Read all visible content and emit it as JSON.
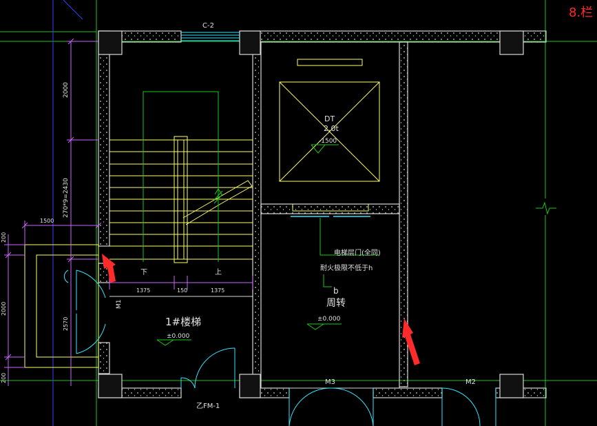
{
  "labels": {
    "window_c2": "C-2",
    "elevator_code": "DT",
    "elevator_capacity": "2.0t",
    "elevator_pit": "-1500",
    "down": "下",
    "up": "上",
    "stair_name": "1#楼梯",
    "stair_elev": "±0.000",
    "door_m1": "M1",
    "door_zfm1": "乙FM-1",
    "door_m3": "M3",
    "door_m2": "M2",
    "elevator_door_note": "电梯层门(全同)",
    "fire_rating_note": "耐火极限不低于h",
    "room_b": "b",
    "turnover_room": "周转",
    "room_elev": "±0.000",
    "corner_tag": "8.栏"
  },
  "dimensions": {
    "d2000_top": "2000",
    "d_steps": "270*9=2430",
    "d1500": "1500",
    "d200_a": "200",
    "d2000_left": "2000",
    "d200_b": "200",
    "d2570": "2570",
    "d1375_a": "1375",
    "d150": "150",
    "d1375_b": "1375"
  },
  "colors": {
    "background": "#000000",
    "wall": "#d9d9d9",
    "yellow": "#ffff66",
    "green": "#19c819",
    "cyan": "#33e6ff",
    "magenta": "#cc66ff",
    "red": "#ff2a2a",
    "blue": "#3344ff"
  }
}
